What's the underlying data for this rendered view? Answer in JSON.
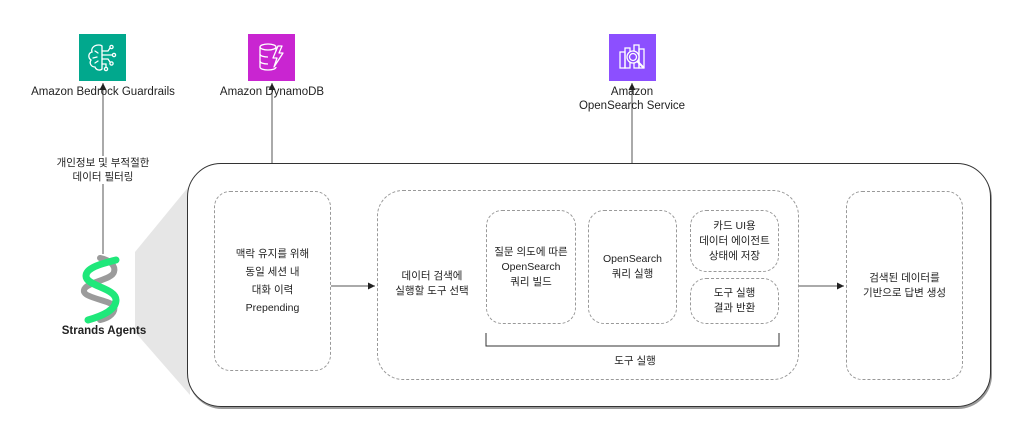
{
  "services": {
    "guardrails": {
      "label": "Amazon Bedrock Guardrails",
      "icon": "bedrock-guardrails-icon",
      "color": "#01A88D"
    },
    "dynamodb": {
      "label": "Amazon DynamoDB",
      "icon": "dynamodb-icon",
      "color": "#C925D1"
    },
    "opensearch": {
      "label": "Amazon\nOpenSearch Service",
      "icon": "opensearch-icon",
      "color": "#8C4FFF"
    }
  },
  "agent": {
    "label": "Strands Agents",
    "icon": "strands-agents-logo",
    "primary_color": "#1FE87A",
    "secondary_color": "#9B9B9B"
  },
  "edges": {
    "guardrails_label": "개인정보 및 부적절한\n데이터 필터링"
  },
  "steps": {
    "context": "맥락 유지를 위해\n동일 세션 내\n대화 이력\nPrepending",
    "tool_select": "데이터 검색에\n실행할 도구 선택",
    "query_build": "질문 의도에 따른\nOpenSearch\n쿼리 빌드",
    "query_exec": "OpenSearch\n쿼리 실행",
    "save_state": "카드 UI용\n데이터 에이전트\n상태에 저장",
    "return_result": "도구 실행\n결과 반환",
    "tool_exec_label": "도구 실행",
    "answer": "검색된 데이터를\n기반으로 답변 생성"
  }
}
